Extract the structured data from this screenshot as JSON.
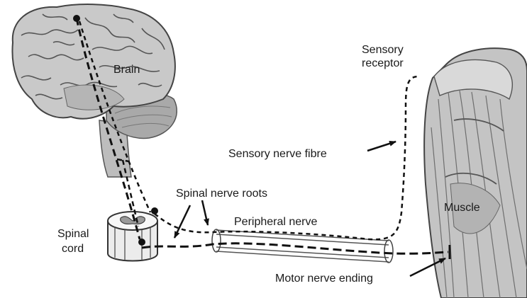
{
  "labels": {
    "brain": "Brain",
    "sensory_receptor_line1": "Sensory",
    "sensory_receptor_line2": "receptor",
    "sensory_nerve_fibre": "Sensory nerve fibre",
    "spinal_nerve_roots": "Spinal nerve roots",
    "peripheral_nerve": "Peripheral nerve",
    "spinal_cord_line1": "Spinal",
    "spinal_cord_line2": "cord",
    "muscle": "Muscle",
    "motor_nerve_ending": "Motor nerve ending"
  }
}
